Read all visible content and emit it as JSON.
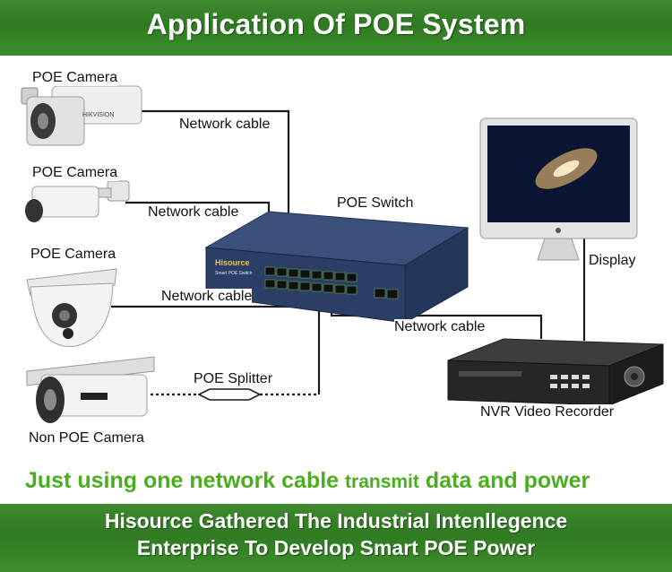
{
  "header": {
    "title": "Application Of POE System"
  },
  "devices": {
    "camera1": {
      "label": "POE Camera",
      "brand": "HIKVISION"
    },
    "camera2": {
      "label": "POE Camera"
    },
    "camera3": {
      "label": "POE Camera"
    },
    "camera4": {
      "label": "Non POE Camera"
    },
    "switch": {
      "label": "POE Switch",
      "brand": "Hisource",
      "model": "Smart POE Switch"
    },
    "display": {
      "label": "Display"
    },
    "nvr": {
      "label": "NVR Video Recorder"
    }
  },
  "connections": {
    "cable1": "Network cable",
    "cable2": "Network cable",
    "cable3": "Network cable",
    "cable4": "Network cable",
    "splitter": "POE Splitter"
  },
  "tagline": {
    "part1": "Just using one network cable",
    "part2": "transmit",
    "part3": "data and power"
  },
  "footer": {
    "line1": "Hisource Gathered The Industrial Intenllegence",
    "line2": "Enterprise To Develop Smart  POE Power"
  },
  "colors": {
    "banner_green": "#2f7a22",
    "tagline_green": "#4aae1f",
    "switch_blue": "#2b3f66"
  }
}
